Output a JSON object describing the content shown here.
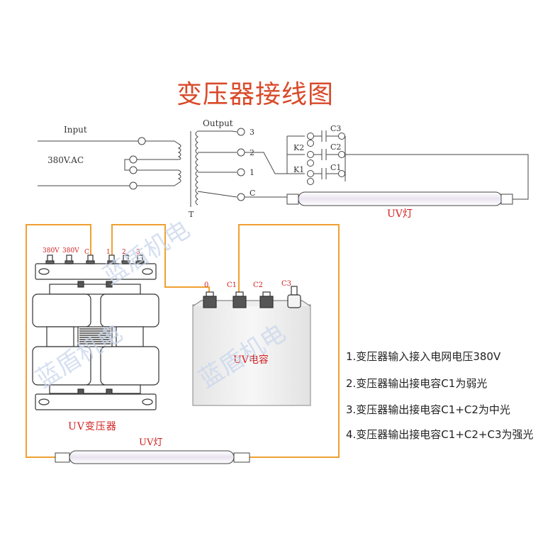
{
  "title": "变压器接线图",
  "schematic": {
    "input_label": "Input",
    "voltage_label": "380V.AC",
    "output_label": "Output",
    "tap_3": "3",
    "tap_2": "2",
    "tap_1": "1",
    "tap_c": "C",
    "core_label": "T",
    "k2": "K2",
    "k1": "K1",
    "c3": "C3",
    "c2": "C2",
    "c1": "C1",
    "lamp_label": "UV灯"
  },
  "physical": {
    "term_380a": "380V",
    "term_380b": "380V",
    "term_c": "C",
    "term_1": "1",
    "term_2": "2",
    "term_3": "3",
    "transformer_label": "UV变压器",
    "cap_0": "0",
    "cap_c1": "C1",
    "cap_c2": "C2",
    "cap_c3": "C3",
    "capacitor_label": "UV电容",
    "lamp_label": "UV灯",
    "watermark": "蓝盾机电"
  },
  "notes": [
    "1.变压器输入接入电网电压380V",
    "2.变压器输出接电容C1为弱光",
    "3.变压器输出接电容C1+C2为中光",
    "4.变压器输出接电容C1+C2+C3为强光"
  ],
  "colors": {
    "title": "#d84a2a",
    "wire": "#f0a030",
    "red_text": "#d02020",
    "watermark": "#c8d6ec"
  }
}
